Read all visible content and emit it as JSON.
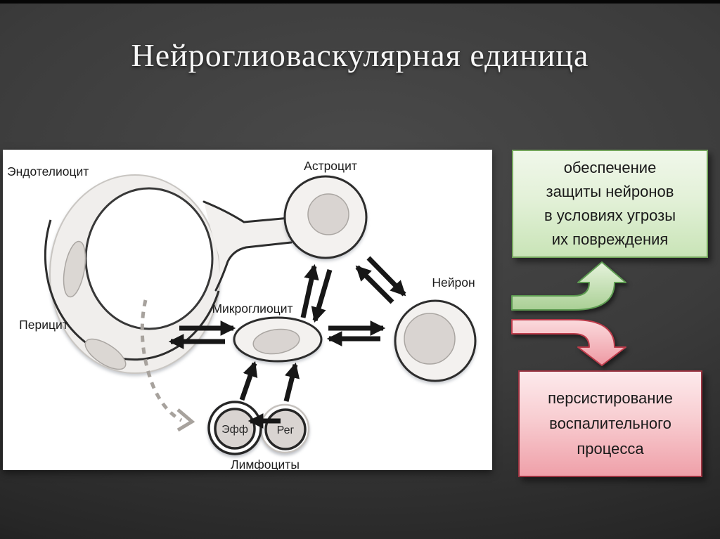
{
  "slide": {
    "title": "Нейроглиоваскулярная единица"
  },
  "diagram": {
    "labels": {
      "endotheliocyte": "Эндотелиоцит",
      "pericyte": "Перицит",
      "astrocyte": "Астроцит",
      "microgliocyte": "Микроглиоцит",
      "neuron": "Нейрон",
      "lymphocytes": "Лимфоциты",
      "lymphocyte_effector": "Эфф",
      "lymphocyte_regulatory": "Рег"
    }
  },
  "callouts": {
    "protection": {
      "line1": "обеспечение",
      "line2": "защиты нейронов",
      "line3": "в условиях угрозы",
      "line4": "их повреждения",
      "fill": "#d9ecca",
      "border": "#74a55c"
    },
    "inflammation": {
      "line1": "персистирование",
      "line2": "воспалительного",
      "line3": "процесса",
      "fill": "#f5b6bd",
      "border": "#9a3340"
    }
  },
  "colors": {
    "background": "#3b3b3b",
    "panel": "#ffffff",
    "diagram_ink": "#2d2d2d",
    "cell_fill": "#f2f0ee",
    "nucleus_fill": "#d9d4d1",
    "arrow_green_fill": "#bcdaa9",
    "arrow_green_border": "#5d9b51",
    "arrow_pink_fill": "#f3aab2",
    "arrow_pink_border": "#bd3c4b",
    "dashed_arrow": "#a7a29d"
  }
}
